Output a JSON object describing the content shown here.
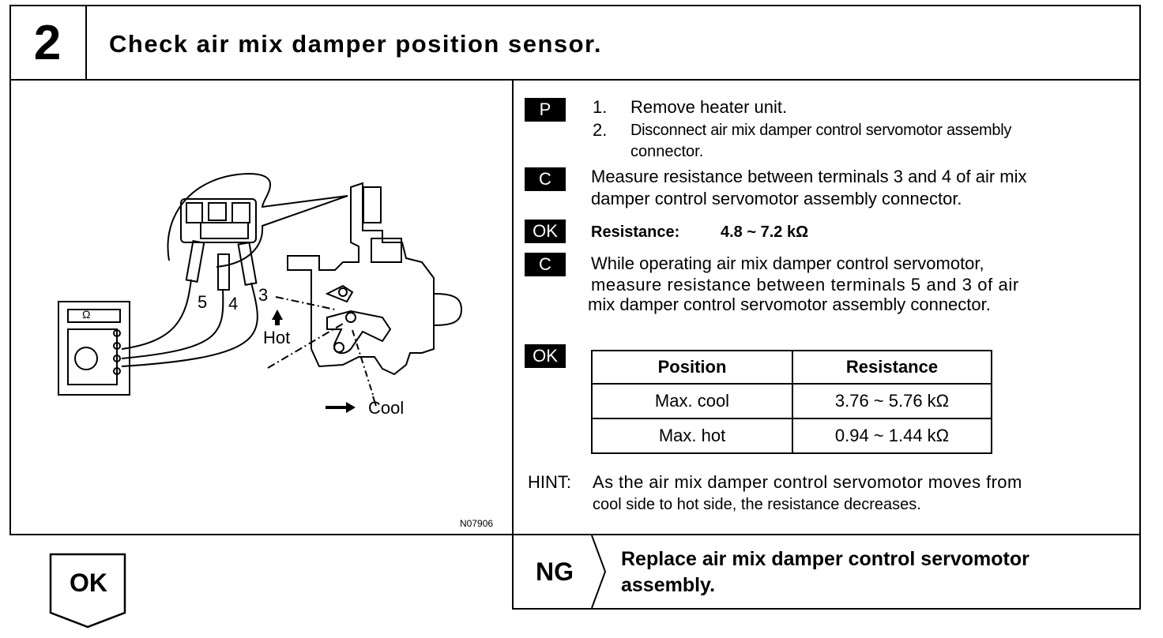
{
  "header": {
    "step_number": "2",
    "title": "Check air mix damper position sensor."
  },
  "figure": {
    "terminal_labels": [
      "5",
      "4",
      "3"
    ],
    "meter_symbol": "Ω",
    "hot_label": "Hot",
    "cool_label": "Cool",
    "figure_code": "N07906"
  },
  "procedure": {
    "prep_badge": "P",
    "prep_steps": [
      {
        "num": "1.",
        "text": "Remove heater unit."
      },
      {
        "num": "2.",
        "text": "Disconnect air mix damper control servomotor assembly",
        "text2": "connector."
      }
    ],
    "check1_badge": "C",
    "check1_lines": [
      "Measure resistance between terminals 3 and 4 of air mix",
      "damper control servomotor assembly connector."
    ],
    "ok1_badge": "OK",
    "ok1_label": "Resistance:",
    "ok1_value": "4.8 ~ 7.2 kΩ",
    "check2_badge": "C",
    "check2_lines": [
      "While operating air mix damper control servomotor,",
      "measure resistance between terminals 5 and 3 of air",
      "mix damper control servomotor assembly connector."
    ],
    "ok2_badge": "OK",
    "table": {
      "headers": [
        "Position",
        "Resistance"
      ],
      "rows": [
        [
          "Max. cool",
          "3.76 ~ 5.76 kΩ"
        ],
        [
          "Max. hot",
          "0.94 ~ 1.44 kΩ"
        ]
      ]
    },
    "hint_label": "HINT:",
    "hint_lines": [
      "As the air mix damper control servomotor moves from",
      "cool side to hot side, the resistance decreases."
    ]
  },
  "result": {
    "ok_label": "OK",
    "ng_label": "NG",
    "ng_lines": [
      "Replace air mix damper control servomotor",
      "assembly."
    ]
  }
}
